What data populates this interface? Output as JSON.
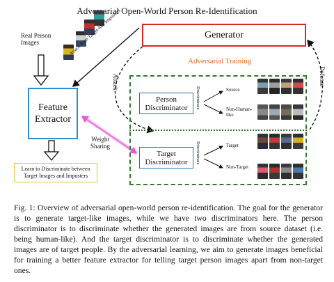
{
  "figure": {
    "title": "Adversarial Open-World Person Re-Identification",
    "real_images_label": "Real Person Images",
    "generator_label": "Generator",
    "adversarial_training_label": "Adversarial Training",
    "attack_imposters_label": "Attack from Target-like Imposters",
    "attack_label": "Attack",
    "defense_label": "Defense",
    "feature_extractor_label": "Feature Extractor",
    "weight_sharing_label": "Weight Sharing",
    "person_discriminator_label": "Person Discriminator",
    "target_discriminator_label": "Target Discriminator",
    "discriminate_label": "Discriminate",
    "source_label": "Source",
    "non_human_like_label": "Non-Human-like",
    "target_label": "Target",
    "non_target_label": "Non-Target",
    "learn_label": "Learn to Discriminate between Target Images and Imposters",
    "colors": {
      "generator_border": "#d52a2a",
      "extractor_border": "#2c8fd3",
      "discriminator_border": "#1f6fb0",
      "learn_border": "#e8c33a",
      "group_border": "#2f7a2f",
      "weight_sharing_arrow": "#e85bd6",
      "adversarial_text": "#d2691e"
    }
  },
  "caption": {
    "text": "Fig. 1: Overview of adversarial open-world person re-identification. The goal for the generator is to generate target-like images, while we have two discriminators here. The person discriminator is to discriminate whether the generated images are from source dataset (i.e. being human-like). And the target discriminator is to discriminate whether the generated images are of target people. By the adversarial learning, we aim to generate images beneficial for training a better feature extractor for telling target person images apart from non-target ones."
  }
}
